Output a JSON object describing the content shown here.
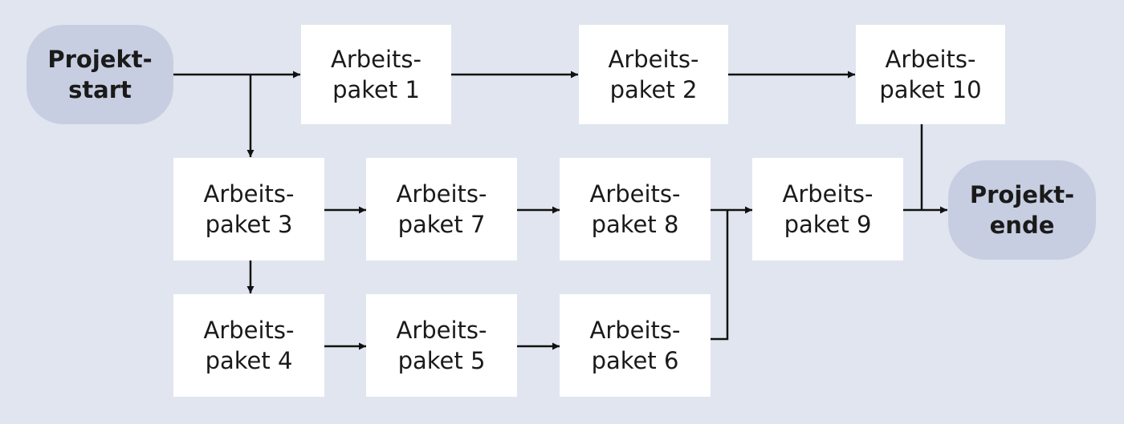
{
  "colors": {
    "background": "#e1e5ef",
    "box_fill": "#ffffff",
    "terminal_fill": "#c8cee1",
    "line_color": "#111111"
  },
  "start": {
    "line1": "Projekt-",
    "line2": "start"
  },
  "end": {
    "line1": "Projekt-",
    "line2": "ende"
  },
  "packages": {
    "ap1": {
      "line1": "Arbeits-",
      "line2": "paket 1"
    },
    "ap2": {
      "line1": "Arbeits-",
      "line2": "paket 2"
    },
    "ap3": {
      "line1": "Arbeits-",
      "line2": "paket 3"
    },
    "ap4": {
      "line1": "Arbeits-",
      "line2": "paket 4"
    },
    "ap5": {
      "line1": "Arbeits-",
      "line2": "paket 5"
    },
    "ap6": {
      "line1": "Arbeits-",
      "line2": "paket 6"
    },
    "ap7": {
      "line1": "Arbeits-",
      "line2": "paket 7"
    },
    "ap8": {
      "line1": "Arbeits-",
      "line2": "paket 8"
    },
    "ap9": {
      "line1": "Arbeits-",
      "line2": "paket 9"
    },
    "ap10": {
      "line1": "Arbeits-",
      "line2": "paket 10"
    }
  },
  "edges": [
    [
      "start",
      "ap1"
    ],
    [
      "start",
      "ap3"
    ],
    [
      "ap1",
      "ap2"
    ],
    [
      "ap2",
      "ap10"
    ],
    [
      "ap3",
      "ap7"
    ],
    [
      "ap3",
      "ap4"
    ],
    [
      "ap7",
      "ap8"
    ],
    [
      "ap8",
      "ap9"
    ],
    [
      "ap4",
      "ap5"
    ],
    [
      "ap5",
      "ap6"
    ],
    [
      "ap6",
      "ap9"
    ],
    [
      "ap9",
      "end"
    ],
    [
      "ap10",
      "end"
    ]
  ]
}
